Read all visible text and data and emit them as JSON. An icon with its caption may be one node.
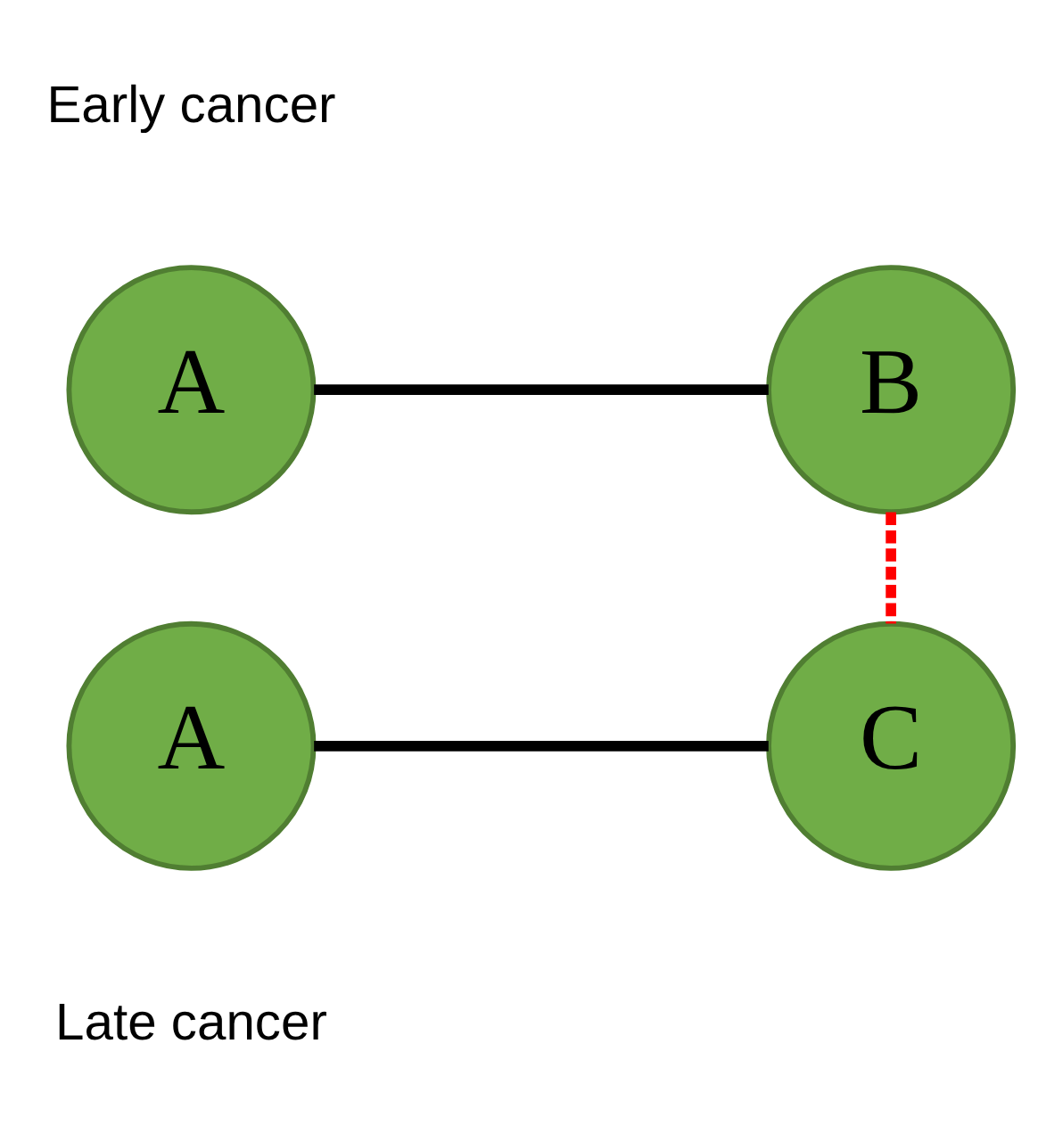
{
  "diagram": {
    "nodes": [
      {
        "text": [
          "A"
        ]
      },
      {
        "text": [
          "B"
        ]
      },
      {
        "text": [
          "A"
        ]
      },
      {
        "text": [
          "C"
        ]
      }
    ],
    "edges": [
      {
        "from": 0,
        "to": 1,
        "arrow": "none"
      },
      {
        "from": 1,
        "to": 3,
        "arrow": "none",
        "style": "dashed",
        "color": "#ff0000"
      },
      {
        "from": 2,
        "to": 3,
        "arrow": "none"
      }
    ],
    "labels": [
      "Early cancer",
      "Late cancer"
    ]
  }
}
